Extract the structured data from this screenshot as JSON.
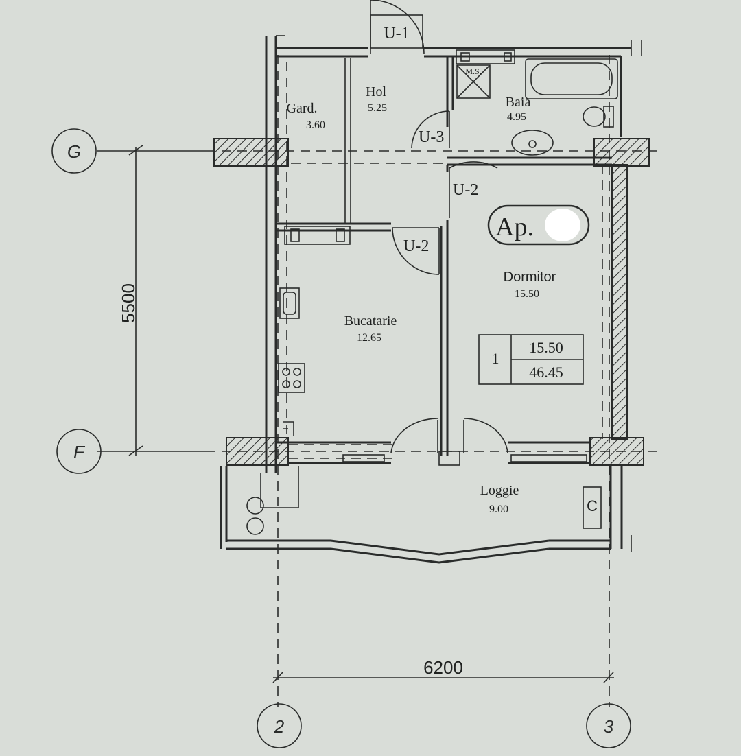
{
  "rooms": {
    "gard": {
      "name": "Gard.",
      "area": "3.60"
    },
    "hol": {
      "name": "Hol",
      "area": "5.25"
    },
    "baia": {
      "name": "Baia",
      "area": "4.95"
    },
    "dormitor": {
      "name": "Dormitor",
      "area": "15.50"
    },
    "bucatarie": {
      "name": "Bucatarie",
      "area": "12.65"
    },
    "loggie": {
      "name": "Loggie",
      "area": "9.00"
    }
  },
  "doors": {
    "u1": "U-1",
    "u3": "U-3",
    "u2_top": "U-2",
    "u2_kitchen": "U-2"
  },
  "fixtures": {
    "ms_label": "M.S.",
    "c_label": "C"
  },
  "apartment": {
    "label": "Ap."
  },
  "summary_table": {
    "room_count": "1",
    "living_area": "15.50",
    "total_area": "46.45"
  },
  "dimensions": {
    "vertical": "5500",
    "horizontal": "6200"
  },
  "axes": {
    "g": "G",
    "f": "F",
    "two": "2",
    "three": "3"
  }
}
